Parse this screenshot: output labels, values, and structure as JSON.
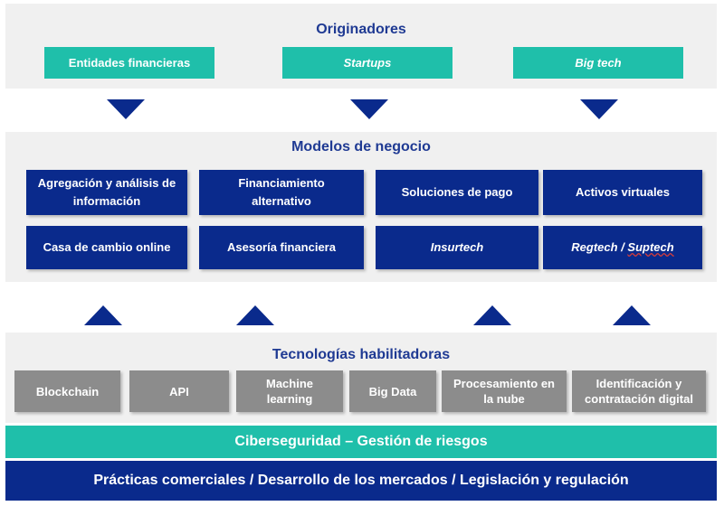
{
  "originadores": {
    "title": "Originadores",
    "items": [
      "Entidades financieras",
      "Startups",
      "Big tech"
    ]
  },
  "modelos": {
    "title": "Modelos de negocio",
    "row1": [
      "Agregación y análisis de información",
      "Financiamiento alternativo",
      "Soluciones de pago",
      "Activos virtuales"
    ],
    "row2": [
      "Casa de cambio online",
      "Asesoría financiera",
      "Insurtech"
    ],
    "regtech": {
      "part1": "Regtech",
      "sep": " / ",
      "part2": "Suptech"
    }
  },
  "tecnologias": {
    "title": "Tecnologías habilitadoras",
    "items": [
      "Blockchain",
      "API",
      "Machine learning",
      "Big Data",
      "Procesamiento en la nube",
      "Identificación y contratación digital"
    ]
  },
  "bands": {
    "ciberseguridad": "Ciberseguridad – Gestión de riesgos",
    "practicas": "Prácticas comerciales / Desarrollo de los mercados / Legislación y regulación"
  },
  "colors": {
    "navy": "#0a2a8c",
    "teal": "#1fbfaa",
    "gray": "#8c8c8c",
    "panel": "#f0f0f0",
    "title_blue": "#1f3a93"
  }
}
